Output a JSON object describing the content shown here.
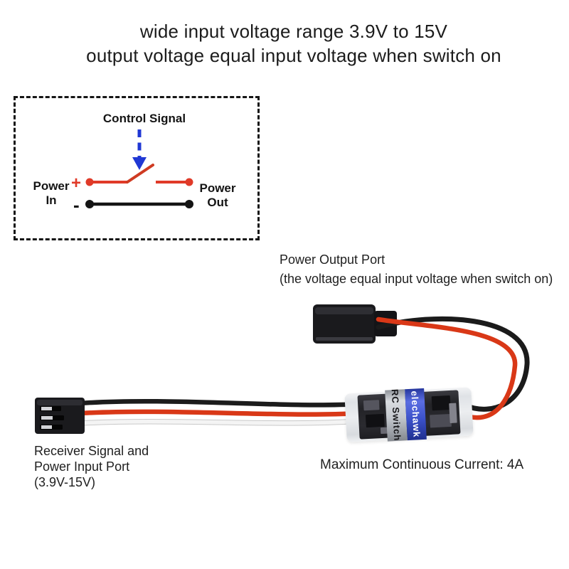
{
  "title": {
    "line1": "wide input voltage range 3.9V to 15V",
    "line2": "output voltage equal input voltage when switch on"
  },
  "circuit_diagram": {
    "control_signal_label": "Control Signal",
    "positive_symbol": "+",
    "negative_symbol": "-",
    "power_in": {
      "line1": "Power",
      "line2": "In"
    },
    "power_out": {
      "line1": "Power",
      "line2": "Out"
    },
    "colors": {
      "positive_wire": "#e03a28",
      "negative_wire": "#141414",
      "control_arrow": "#2038d4"
    }
  },
  "product_photo": {
    "switch_module": {
      "brand_label": "elechawk",
      "product_label": "RC Switch",
      "brand_band_color": "#3b51c9"
    },
    "wire_colors": {
      "positive": "#d93817",
      "negative": "#1b1b1b",
      "signal": "#f2f2f2"
    },
    "labels": {
      "output_port_line1": "Power Output Port",
      "output_port_line2": "(the voltage equal input voltage when switch on)",
      "input_port_line1": "Receiver Signal and",
      "input_port_line2": "Power Input Port",
      "input_port_line3": "(3.9V-15V)",
      "max_current": "Maximum Continuous Current: 4A"
    }
  }
}
